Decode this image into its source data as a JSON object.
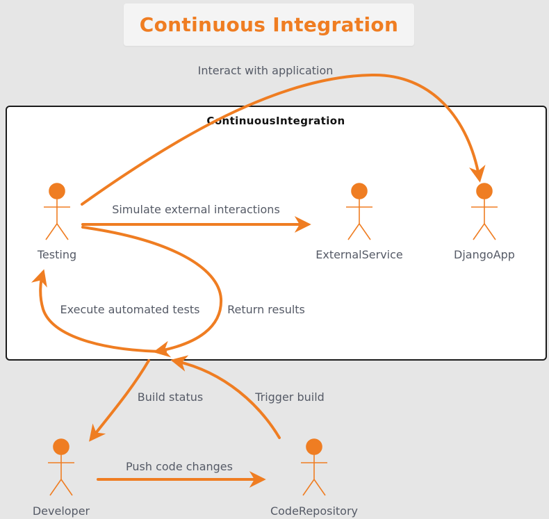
{
  "title": "Continuous Integration",
  "boundary": {
    "name": "ContinuousIntegration"
  },
  "actors": {
    "testing": "Testing",
    "external_service": "ExternalService",
    "django_app": "DjangoApp",
    "developer": "Developer",
    "code_repository": "CodeRepository"
  },
  "edges": {
    "interact": "Interact with application",
    "simulate": "Simulate external interactions",
    "execute": "Execute automated tests",
    "return_results": "Return results",
    "build_status": "Build status",
    "trigger_build": "Trigger build",
    "push_code": "Push code changes"
  },
  "colors": {
    "accent": "#ef7d22",
    "background": "#e6e6e6",
    "boundary_fill": "#ffffff",
    "label_text": "#555a66"
  }
}
